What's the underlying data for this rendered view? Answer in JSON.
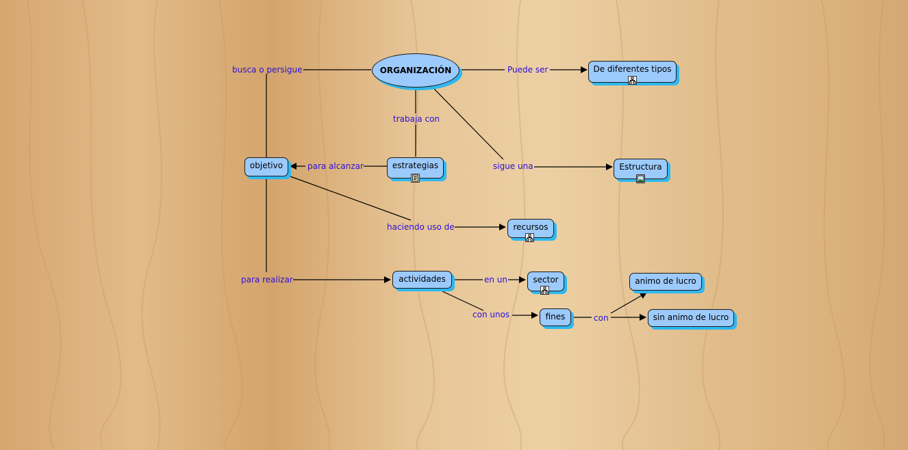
{
  "map": {
    "nodes": {
      "organizacion": "ORGANIZACIÓN",
      "diferentes_tipos": "De diferentes tipos",
      "objetivo": "objetivo",
      "estrategias": "estrategias",
      "estructura": "Estructura",
      "recursos": "recursos",
      "actividades": "actividades",
      "sector": "sector",
      "fines": "fines",
      "animo_lucro": "animo de lucro",
      "sin_animo_lucro": "sin animo de lucro"
    },
    "links": {
      "busca": "busca o persigue",
      "puede_ser": "Puede ser",
      "trabaja_con": "trabaja con",
      "para_alcanzar": "para alcanzar",
      "sigue_una": "sigue una",
      "haciendo_uso": "haciendo uso de",
      "para_realizar": "para realizar",
      "en_un": "en un",
      "con_unos": "con unos",
      "con": "con"
    }
  },
  "colors": {
    "node_fill": "#9ccafc",
    "node_shadow": "#2fb8f0",
    "link_text": "#2a10d8",
    "background": "#d9b07c"
  },
  "icons": [
    "resources-tree-icon",
    "document-icon",
    "image-icon"
  ]
}
